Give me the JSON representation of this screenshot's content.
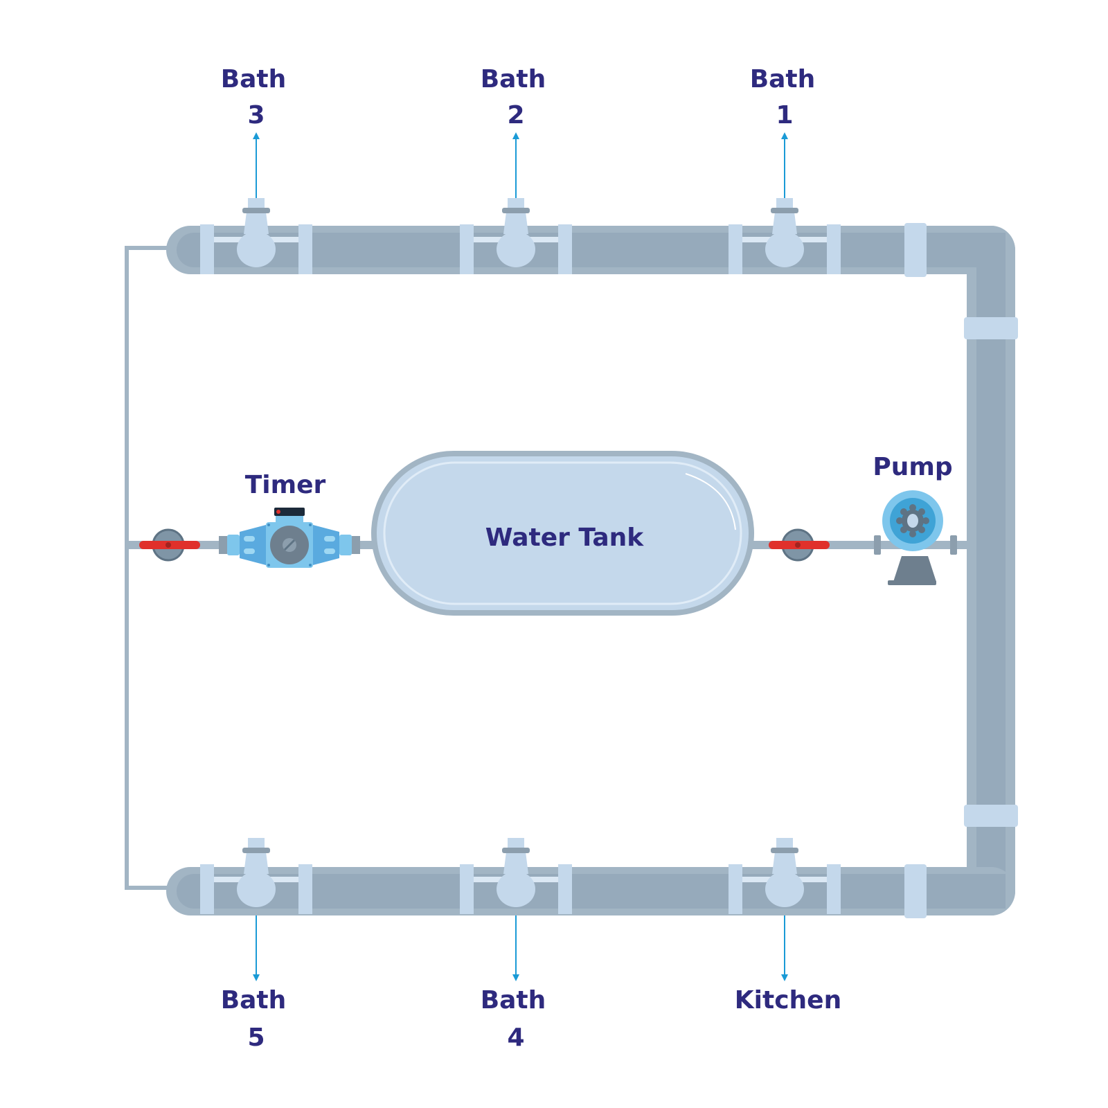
{
  "labels": {
    "bath3": [
      "Bath",
      "3"
    ],
    "bath2": [
      "Bath",
      "2"
    ],
    "bath1": [
      "Bath",
      "1"
    ],
    "bath5": [
      "Bath",
      "5"
    ],
    "bath4": [
      "Bath",
      "4"
    ],
    "kitchen": "Kitchen",
    "timer": "Timer",
    "pump": "Pump",
    "water_tank": "Water Tank"
  },
  "colors": {
    "pipe": "#a2b5c4",
    "pipe_dark": "#96aabb",
    "fitting": "#c4d8eb",
    "label": "#2e2a7e",
    "arrow": "#1a9ad6",
    "valve_handle": "#e0302b",
    "tank_fill": "#c4d8eb",
    "tank_rim": "#a2b5c4",
    "timer_body": "#5aaadf",
    "pump_body": "#3fa3d6"
  }
}
